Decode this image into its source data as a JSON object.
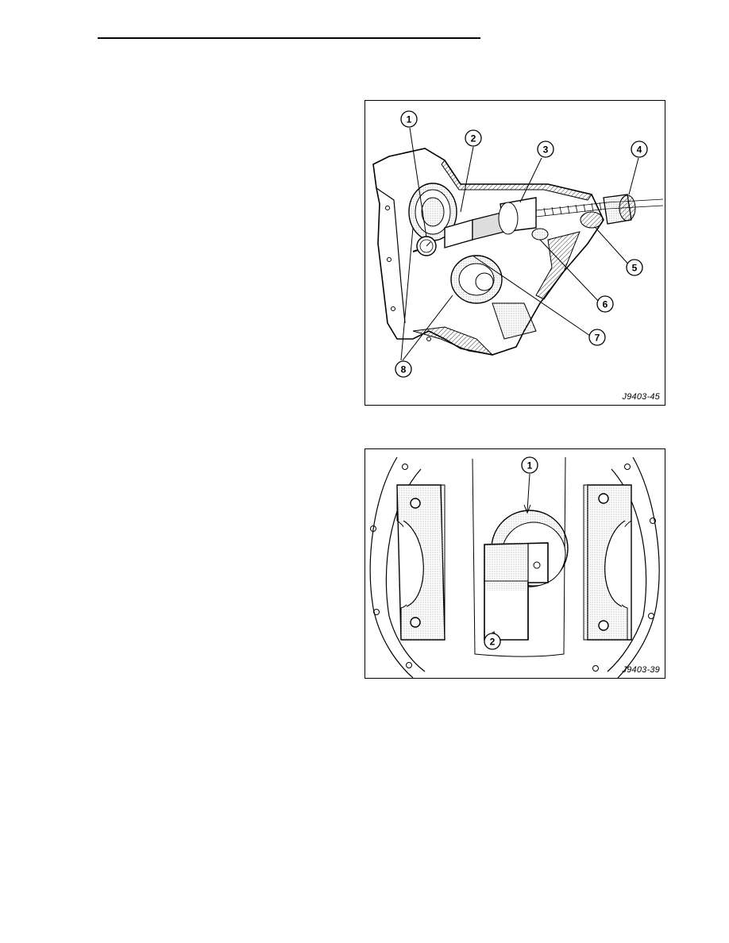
{
  "figures": [
    {
      "id": "J9403-45",
      "callouts": [
        "1",
        "2",
        "3",
        "4",
        "5",
        "6",
        "7",
        "8"
      ]
    },
    {
      "id": "J9403-39",
      "callouts": [
        "1",
        "2"
      ]
    }
  ]
}
